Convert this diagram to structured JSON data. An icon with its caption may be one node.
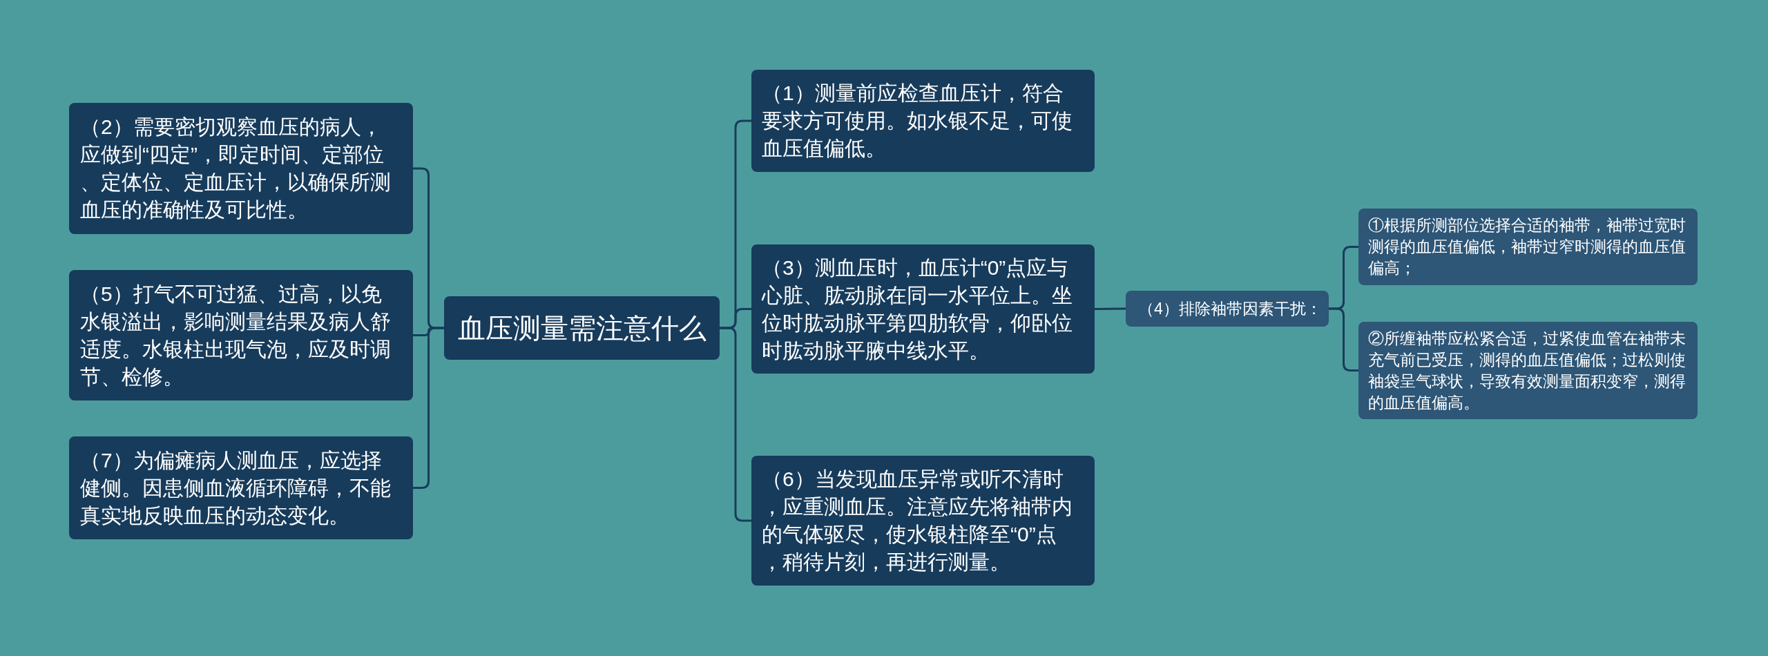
{
  "diagram": {
    "nodes": [
      {
        "text": [
          "血压测量需注意什么"
        ]
      },
      {
        "text": [
          "（2）需要密切观察血压的病人，应做到“四定”，即定时间、定部位、定体位、定血压计，以确保所测血压的准确性及可比性。"
        ]
      },
      {
        "text": [
          "（5）打气不可过猛、过高，以免水银溢出，影响测量结果及病人舒适度。水银柱出现气泡，应及时调节、检修。"
        ]
      },
      {
        "text": [
          "（7）为偏瘫病人测血压，应选择健侧。因患侧血液循环障碍，不能真实地反映血压的动态变化。"
        ]
      },
      {
        "text": [
          "（1）测量前应检查血压计，符合要求方可使用。如水银不足，可使血压值偏低。"
        ]
      },
      {
        "text": [
          "（3）测血压时，血压计“0”点应与心脏、肱动脉在同一水平位上。坐位时肱动脉平第四肋软骨，仰卧位时肱动脉平腋中线水平。"
        ]
      },
      {
        "text": [
          "（6）当发现血压异常或听不清时，应重测血压。注意应先将袖带内的气体驱尽，使水银柱降至“0”点，稍待片刻，再进行测量。"
        ]
      },
      {
        "text": [
          "（4）排除袖带因素干扰："
        ]
      },
      {
        "text": [
          "①根据所测部位选择合适的袖带，袖带过宽时测得的血压值偏低，袖带过窄时测得的血压值偏高；"
        ]
      },
      {
        "text": [
          "②所缠袖带应松紧合适，过紧使血管在袖带未充气前已受压，测得的血压值偏低；过松则使袖袋呈气球状，导致有效测量面积变窄，测得的血压值偏高。"
        ]
      }
    ],
    "edges": [
      {
        "from": 0,
        "to": 1,
        "arrow": "none"
      },
      {
        "from": 0,
        "to": 2,
        "arrow": "none"
      },
      {
        "from": 0,
        "to": 3,
        "arrow": "none"
      },
      {
        "from": 0,
        "to": 4,
        "arrow": "none"
      },
      {
        "from": 0,
        "to": 5,
        "arrow": "none"
      },
      {
        "from": 0,
        "to": 6,
        "arrow": "none"
      },
      {
        "from": 5,
        "to": 7,
        "arrow": "none"
      },
      {
        "from": 7,
        "to": 8,
        "arrow": "none"
      },
      {
        "from": 7,
        "to": 9,
        "arrow": "none"
      }
    ]
  }
}
